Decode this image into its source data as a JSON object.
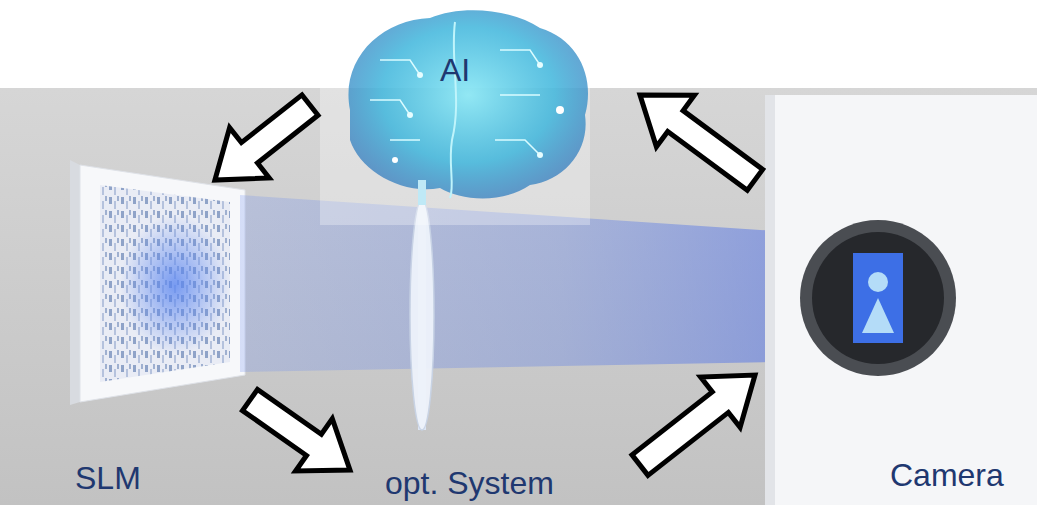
{
  "diagram": {
    "nodes": [
      {
        "text": [
          "AI"
        ]
      },
      {
        "text": [
          "SLM"
        ]
      },
      {
        "text": [
          "opt. System"
        ]
      },
      {
        "text": [
          "Camera"
        ]
      }
    ],
    "edges": [
      {
        "from": 0,
        "to": 1,
        "arrow": "to"
      },
      {
        "from": 1,
        "to": 2,
        "arrow": "to"
      },
      {
        "from": 2,
        "to": 3,
        "arrow": "to"
      },
      {
        "from": 3,
        "to": 0,
        "arrow": "to"
      }
    ]
  }
}
